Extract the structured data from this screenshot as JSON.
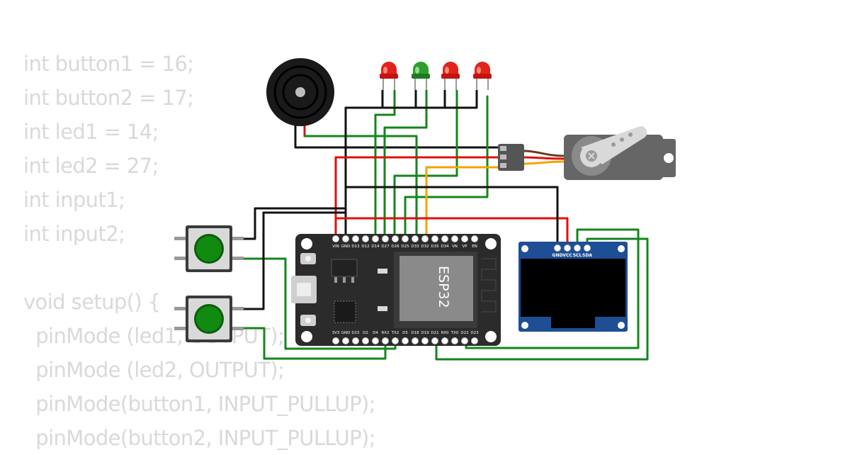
{
  "code_lines": [
    "int button1 = 16;",
    "int button2 = 17;",
    "int led1 = 14;",
    "int led2 = 27;",
    "int input1;",
    "int input2;",
    "",
    "void setup() {",
    "  pinMode (led1, OUTPUT);",
    "  pinMode (led2, OUTPUT);",
    "  pinMode(button1, INPUT_PULLUP);",
    "  pinMode(button2, INPUT_PULLUP);"
  ],
  "esp32": {
    "chip_label": "ESP32",
    "top_pins": [
      "VIN",
      "GND",
      "D13",
      "D12",
      "D14",
      "D27",
      "D26",
      "D25",
      "D33",
      "D32",
      "D35",
      "D34",
      "VN",
      "VP",
      "EN"
    ],
    "bottom_pins": [
      "3V3",
      "GND",
      "D15",
      "D2",
      "D4",
      "RX2",
      "TX2",
      "D5",
      "D18",
      "D19",
      "D21",
      "RX0",
      "TX0",
      "D22",
      "D23"
    ]
  },
  "oled": {
    "pins": [
      "GND",
      "VCC",
      "SCL",
      "SDA"
    ]
  },
  "colors": {
    "wire_black": "#111111",
    "wire_red": "#e0100c",
    "wire_green": "#15851c",
    "wire_orange": "#f4a300",
    "led_red": "#e2231a",
    "led_green": "#2e9e2e",
    "board": "#2b2b2b",
    "oled_blue": "#1e4e94"
  },
  "icons": [
    "buzzer-icon",
    "led-icon",
    "servo-icon",
    "pushbutton-icon",
    "esp32-board-icon",
    "oled-display-icon"
  ]
}
